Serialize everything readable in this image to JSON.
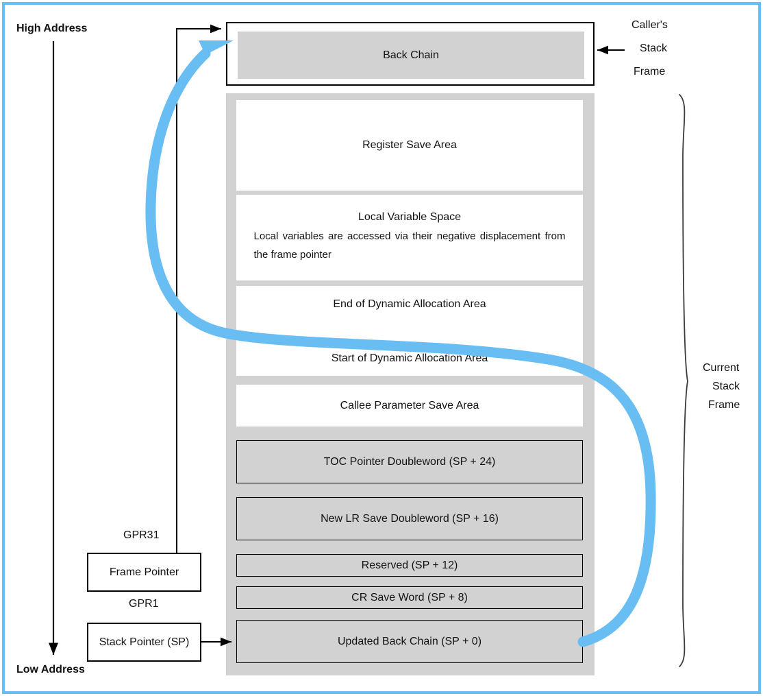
{
  "diagram": {
    "title": "PowerPC 64-bit Stack Frame Layout",
    "accent_blue": "#68bdf2",
    "slot_gray": "#d2d2d2",
    "line_black": "#000000"
  },
  "axis": {
    "high_label": "High Address",
    "low_label": "Low Address"
  },
  "caller": {
    "back_chain": "Back Chain",
    "side_label_line1": "Caller's",
    "side_label_line2": "Stack",
    "side_label_line3": "Frame"
  },
  "current": {
    "side_label_line1": "Current",
    "side_label_line2": "Stack",
    "side_label_line3": "Frame",
    "slots": [
      {
        "id": "register-save-area",
        "label": "Register Save Area",
        "style": "white"
      },
      {
        "id": "local-variable-space",
        "label": "Local Variable Space",
        "body": "Local variables are accessed via their negative displacement from the frame pointer",
        "style": "white"
      },
      {
        "id": "dynamic-allocation-area",
        "label_top": "End of Dynamic Allocation Area",
        "label_bottom": "Start of Dynamic Allocation Area",
        "style": "white"
      },
      {
        "id": "callee-parameter-save-area",
        "label": "Callee Parameter Save Area",
        "style": "white"
      },
      {
        "id": "toc-pointer-doubleword",
        "label": "TOC Pointer Doubleword (SP + 24)",
        "style": "gray"
      },
      {
        "id": "new-lr-save-doubleword",
        "label": "New LR Save Doubleword (SP + 16)",
        "style": "gray"
      },
      {
        "id": "reserved",
        "label": "Reserved (SP + 12)",
        "style": "gray"
      },
      {
        "id": "cr-save-word",
        "label": "CR Save Word (SP + 8)",
        "style": "gray"
      },
      {
        "id": "updated-back-chain",
        "label": "Updated Back Chain (SP + 0)",
        "style": "gray"
      }
    ]
  },
  "registers": [
    {
      "id": "gpr31",
      "reg_label": "GPR31",
      "box_label": "Frame Pointer"
    },
    {
      "id": "gpr1",
      "reg_label": "GPR1",
      "box_label": "Stack Pointer (SP)"
    }
  ]
}
